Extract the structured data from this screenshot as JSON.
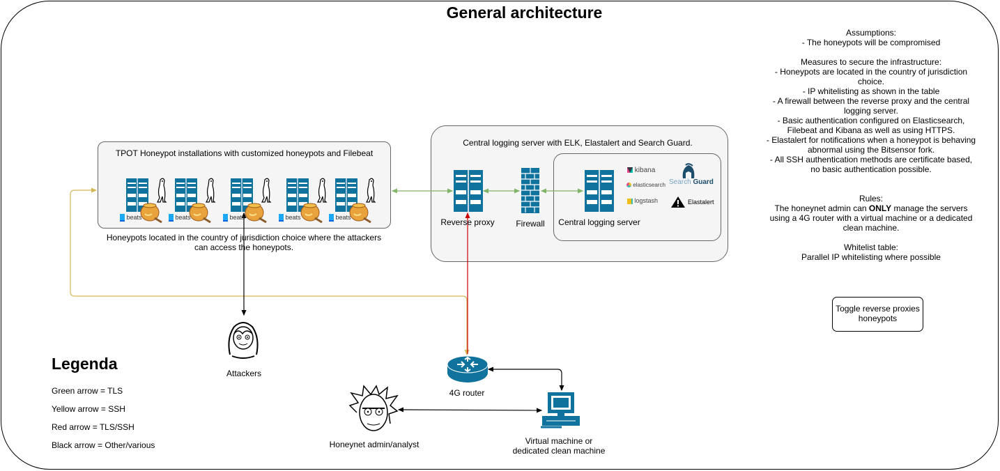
{
  "title": "General architecture",
  "honeypot_group": {
    "label": "TPOT Honeypot installations with customized honeypots and Filebeat",
    "caption": "Honeypots located in the country of jurisdiction choice where the attackers\ncan access the honeypots.",
    "beats_label": "beats"
  },
  "central_group": {
    "label": "Central logging server with ELK, Elastalert and Search Guard.",
    "reverse_proxy": "Reverse proxy",
    "firewall": "Firewall",
    "central_logging_server": "Central logging server",
    "products": {
      "kibana": "kibana",
      "elasticsearch": "elasticsearch",
      "logstash": "logstash",
      "searchguard_search": "Search",
      "searchguard_guard": "Guard",
      "elastalert": "Elastalert"
    }
  },
  "nodes": {
    "attackers": "Attackers",
    "router": "4G router",
    "admin": "Honeynet admin/analyst",
    "vm": "Virtual machine or\ndedicated clean machine"
  },
  "notes": {
    "assumptions_title": "Assumptions:",
    "assumptions": "- The honeypots will be compromised",
    "measures_title": "Measures to secure the infrastructure:",
    "measures": [
      "- Honeypots are located in the country of jurisdiction choice.",
      "- IP whitelisting as shown in the table",
      "- A firewall between the reverse proxy and the central logging server.",
      "- Basic authentication configured on Elasticsearch, Filebeat and Kibana as well as using HTTPS.",
      "- Elastalert for notifications when a honeypot is behaving abnormal using the Bitsensor fork.",
      "- All SSH authentication methods are certificate based, no basic authentication possible."
    ],
    "rules_title": "Rules:",
    "rules_pre": "The honeynet admin can ",
    "rules_bold": "ONLY",
    "rules_post": " manage the servers using a 4G router with a virtual machine or a dedicated clean machine.",
    "whitelist_title": "Whitelist table:",
    "whitelist": "Parallel IP whitelisting where possible"
  },
  "toggle_button": "Toggle reverse proxies\nhoneypots",
  "legend": {
    "title": "Legenda",
    "items": [
      "Green arrow = TLS",
      "Yellow arrow = SSH",
      "Red arrow = TLS/SSH",
      "Black arrow = Other/various"
    ]
  },
  "colors": {
    "tls": "#82b366",
    "ssh": "#d6b656",
    "tls_ssh": "#cc0000",
    "other": "#000000",
    "server": "#10739e"
  }
}
